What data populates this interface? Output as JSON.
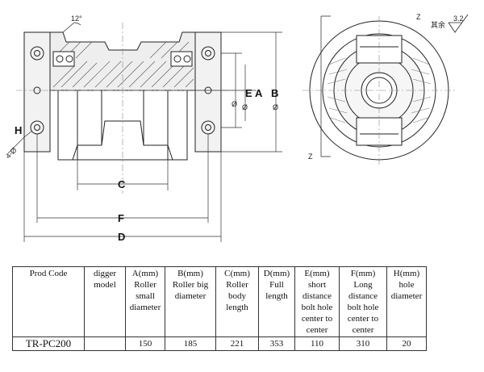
{
  "drawing": {
    "labels": {
      "angle": "12°",
      "E": "E",
      "A": "A",
      "B": "B",
      "C": "C",
      "F": "F",
      "D": "D",
      "H": "H",
      "hole_callout": "4-Ø",
      "diameter_symbol": "Ø",
      "section_z_top": "Z",
      "section_z_bottom": "Z",
      "roughness_note": "其余",
      "roughness_value": "3.2"
    }
  },
  "table": {
    "headers": [
      [
        "Prod Code"
      ],
      [
        "digger",
        "model"
      ],
      [
        "A(mm)",
        "Roller",
        "small",
        "diameter"
      ],
      [
        "B(mm)",
        "Roller big",
        "diameter"
      ],
      [
        "C(mm)",
        "Roller",
        "body",
        "length"
      ],
      [
        "D(mm)",
        "Full",
        "length"
      ],
      [
        "E(mm)",
        "short",
        "distance",
        "bolt hole",
        "center to",
        "center"
      ],
      [
        "F(mm)",
        "Long",
        "distance",
        "bolt hole",
        "center to",
        "center"
      ],
      [
        "H(mm)",
        "hole",
        "diameter"
      ]
    ],
    "rows": [
      [
        "TR-PC200",
        "",
        "150",
        "185",
        "221",
        "353",
        "110",
        "310",
        "20"
      ]
    ]
  }
}
